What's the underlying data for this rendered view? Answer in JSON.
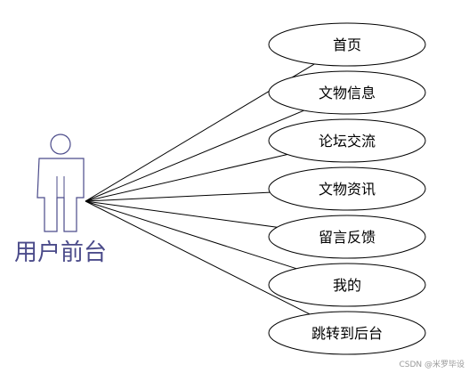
{
  "actor": {
    "label": "用户前台",
    "icon": "person-icon",
    "color": "#4b4b8a"
  },
  "use_cases": [
    {
      "label": "首页"
    },
    {
      "label": "文物信息"
    },
    {
      "label": "论坛交流"
    },
    {
      "label": "文物资讯"
    },
    {
      "label": "留言反馈"
    },
    {
      "label": "我的"
    },
    {
      "label": "跳转到后台"
    }
  ],
  "watermark": "CSDN @米罗毕设"
}
